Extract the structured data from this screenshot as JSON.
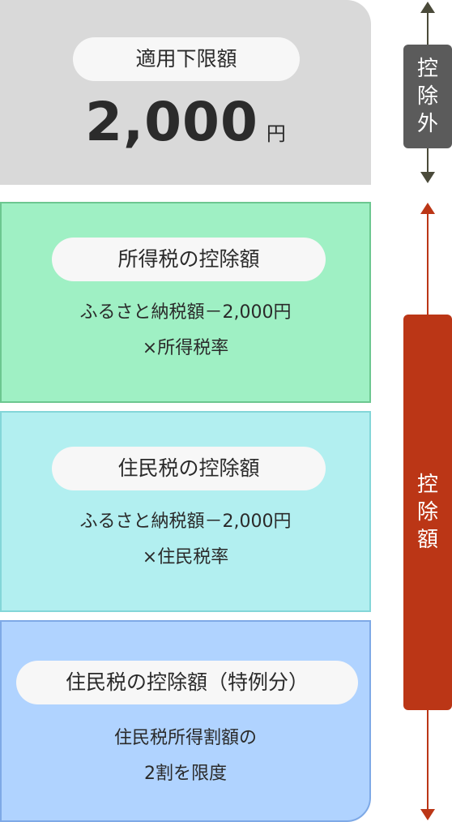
{
  "colors": {
    "excluded_box": "#d9d9d9",
    "income_tax_box": "#9ff0c4",
    "resident_tax_box": "#b2eff0",
    "special_box": "#b0d3ff",
    "excluded_tag": "#5b5b5b",
    "deduction_tag": "#bb3616",
    "excluded_arrow": "#4a4a3a",
    "deduction_arrow": "#bb3616"
  },
  "excluded_block": {
    "label": "適用下限額",
    "amount": "2,000",
    "unit": "円"
  },
  "income_tax_block": {
    "label": "所得税の控除額",
    "formula_line1": "ふるさと納税額－2,000円",
    "formula_line2": "×所得税率"
  },
  "resident_tax_block": {
    "label": "住民税の控除額",
    "formula_line1": "ふるさと納税額－2,000円",
    "formula_line2": "×住民税率"
  },
  "special_block": {
    "label": "住民税の控除額（特例分）",
    "note_line1": "住民税所得割額の",
    "note_line2": "2割を限度"
  },
  "side_tags": {
    "excluded": [
      "控",
      "除",
      "外"
    ],
    "deduction": [
      "控",
      "除",
      "額"
    ]
  }
}
